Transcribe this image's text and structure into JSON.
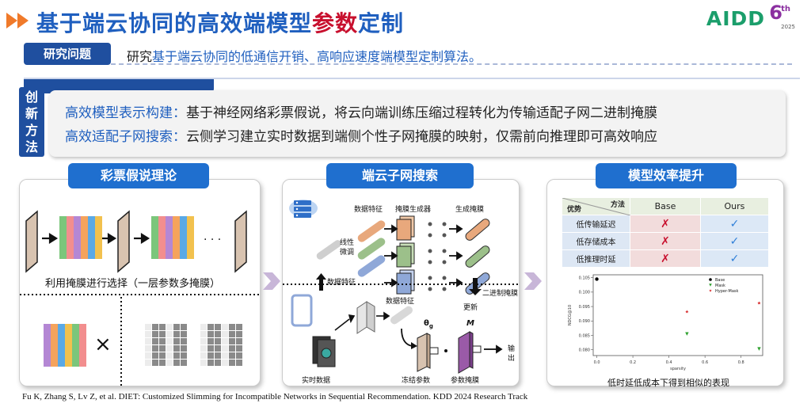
{
  "header": {
    "title_main": "基于端云协同的高效端模型",
    "title_highlight": "参数",
    "title_tail": "定制",
    "logo_text": "AIDD",
    "logo_six": "6",
    "logo_th": "th",
    "logo_year": "2025"
  },
  "research": {
    "tag": "研究问题",
    "prefix": "研究",
    "body": "基于端云协同的低通信开销、高响应速度端模型定制算法。"
  },
  "innovation": {
    "tag_chars": [
      "创",
      "新",
      "方",
      "法"
    ],
    "items": [
      {
        "key": "高效模型表示构建：",
        "text": "基于神经网络彩票假说，将云向端训练压缩过程转化为传输适配子网二进制掩膜"
      },
      {
        "key": "高效适配子网搜索：",
        "text": "云侧学习建立实时数据到端侧个性子网掩膜的映射，仅需前向推理即可高效响应"
      }
    ]
  },
  "panels": {
    "p1": {
      "title": "彩票假说理论",
      "caption": "利用掩膜进行选择（一层参数多掩膜）",
      "dots": "· · ·",
      "times": "×"
    },
    "p2": {
      "title": "端云子网搜索",
      "labels": {
        "feat_top": "数据特征",
        "mask_gen": "掩膜生成器",
        "gen_mask": "生成掩膜",
        "linear": "线性",
        "tune": "微调",
        "feat_mid": "数据特征",
        "binary_mask": "二进制掩膜",
        "update": "更新",
        "feat_low": "数据特征",
        "realtime": "实时数据",
        "frozen": "冻结参数",
        "param_mask": "参数掩膜",
        "theta": "θ",
        "theta_sub": "g",
        "m_label": "M",
        "out1": "输",
        "out2": "出",
        "dot": "•"
      }
    },
    "p3": {
      "title": "模型效率提升",
      "table": {
        "corner_method": "方法",
        "corner_adv": "优势",
        "col_base": "Base",
        "col_ours": "Ours",
        "rows": [
          {
            "label": "低传输延迟",
            "base": "✗",
            "ours": "✓"
          },
          {
            "label": "低存储成本",
            "base": "✗",
            "ours": "✓"
          },
          {
            "label": "低推理时延",
            "base": "✗",
            "ours": "✓"
          }
        ]
      },
      "caption": "低时延低成本下得到相似的表现"
    }
  },
  "chart_data": {
    "type": "scatter",
    "xlabel": "sparsity",
    "ylabel": "NDCG@10",
    "xlim": [
      -0.02,
      0.92
    ],
    "ylim": [
      0.078,
      0.106
    ],
    "x_ticks": [
      "0.0",
      "0.2",
      "0.4",
      "0.6",
      "0.8"
    ],
    "y_ticks": [
      "0.080",
      "0.085",
      "0.090",
      "0.095",
      "0.100",
      "0.105"
    ],
    "legend_position": "top-right",
    "series": [
      {
        "name": "Base",
        "marker": "circle",
        "color": "#000000",
        "points": [
          [
            0.0,
            0.1045
          ]
        ]
      },
      {
        "name": "Mask",
        "marker": "triangle-down",
        "color": "#2ca02c",
        "points": [
          [
            0.5,
            0.0855
          ],
          [
            0.9,
            0.0803
          ]
        ]
      },
      {
        "name": "Hyper-Mask",
        "marker": "star",
        "color": "#d62728",
        "points": [
          [
            0.5,
            0.0932
          ],
          [
            0.9,
            0.0962
          ]
        ]
      }
    ]
  },
  "citation": "Fu K, Zhang S, Lv Z, et al. DIET: Customized Slimming for Incompatible Networks in Sequential Recommendation. KDD 2024 Research Track"
}
